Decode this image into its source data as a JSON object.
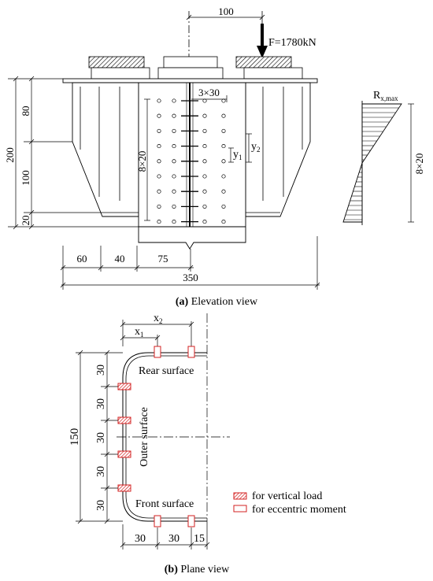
{
  "elevation": {
    "load": "F=1780kN",
    "load_offset": "100",
    "bolt_spacing": "3×30",
    "bolt_rows_left": "8×20",
    "bolt_rows_right": "8×20",
    "left_total": "200",
    "left_top": "80",
    "left_mid": "100",
    "left_bottom": "20",
    "y1": "y",
    "y1_sub": "1",
    "y2": "y",
    "y2_sub": "2",
    "rx": "R",
    "rx_sub": "x,max",
    "bottom_dims": [
      "60",
      "40",
      "75"
    ],
    "total_width": "350",
    "caption_bold": "(a)",
    "caption_text": " Elevation view"
  },
  "plane": {
    "x2": "x",
    "x2_sub": "2",
    "x1": "x",
    "x1_sub": "1",
    "total_height": "150",
    "spacings": [
      "30",
      "30",
      "30",
      "30",
      "30"
    ],
    "rear": "Rear surface",
    "outer": "Outer surface",
    "front": "Front surface",
    "bottom_dims": [
      "30",
      "30",
      "15"
    ],
    "legend_vertical": "for vertical load",
    "legend_moment": "for eccentric moment",
    "caption_bold": "(b)",
    "caption_text": " Plane view"
  }
}
